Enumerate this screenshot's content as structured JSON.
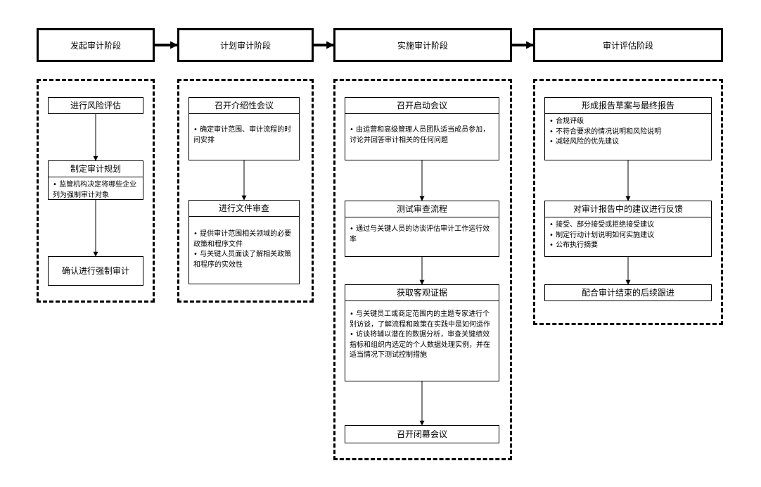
{
  "stages": [
    {
      "title": "发起审计阶段",
      "boxes": [
        {
          "title": "进行风险评估",
          "items": []
        },
        {
          "title": "制定审计规划",
          "items": [
            "•  监管机构决定将哪些企业列为强制审计对象"
          ]
        },
        {
          "title": "确认进行强制审计",
          "items": []
        }
      ]
    },
    {
      "title": "计划审计阶段",
      "boxes": [
        {
          "title": "召开介绍性会议",
          "items": [
            "• 确定审计范围、审计流程的时间安排"
          ]
        },
        {
          "title": "进行文件审查",
          "items": [
            "• 提供审计范围相关领域的必要政策和程序文件",
            "• 与关键人员面谈了解相关政策和程序的实效性"
          ]
        }
      ]
    },
    {
      "title": "实施审计阶段",
      "boxes": [
        {
          "title": "召开启动会议",
          "items": [
            "• 由运营和高级管理人员团队适当成员参加，讨论并回答审计相关的任何问题"
          ]
        },
        {
          "title": "测试审查流程",
          "items": [
            "•  通过与关键人员的访谈评估审计工作运行效率"
          ]
        },
        {
          "title": "获取客观证据",
          "items": [
            "• 与关键员工或商定范围内的主题专家进行个别访谈，了解流程和政策在实践中是如何运作",
            "• 访谈将辅以潜在的数据分析，审查关键绩效指标和组织内选定的个人数据处理实例，并在适当情况下测试控制措施"
          ]
        },
        {
          "title": "召开闭幕会议",
          "items": []
        }
      ]
    },
    {
      "title": "审计评估阶段",
      "boxes": [
        {
          "title": "形成报告草案与最终报告",
          "items": [
            "• 合规评级",
            "• 不符合要求的情况说明和风险说明",
            "• 减轻风险的优先建议"
          ]
        },
        {
          "title": "对审计报告中的建议进行反馈",
          "items": [
            "• 接受、部分接受或拒绝接受建议",
            "• 制定行动计划说明如何实施建议",
            "• 公布执行摘要"
          ]
        },
        {
          "title": "配合审计结束的后续跟进",
          "items": []
        }
      ]
    }
  ]
}
